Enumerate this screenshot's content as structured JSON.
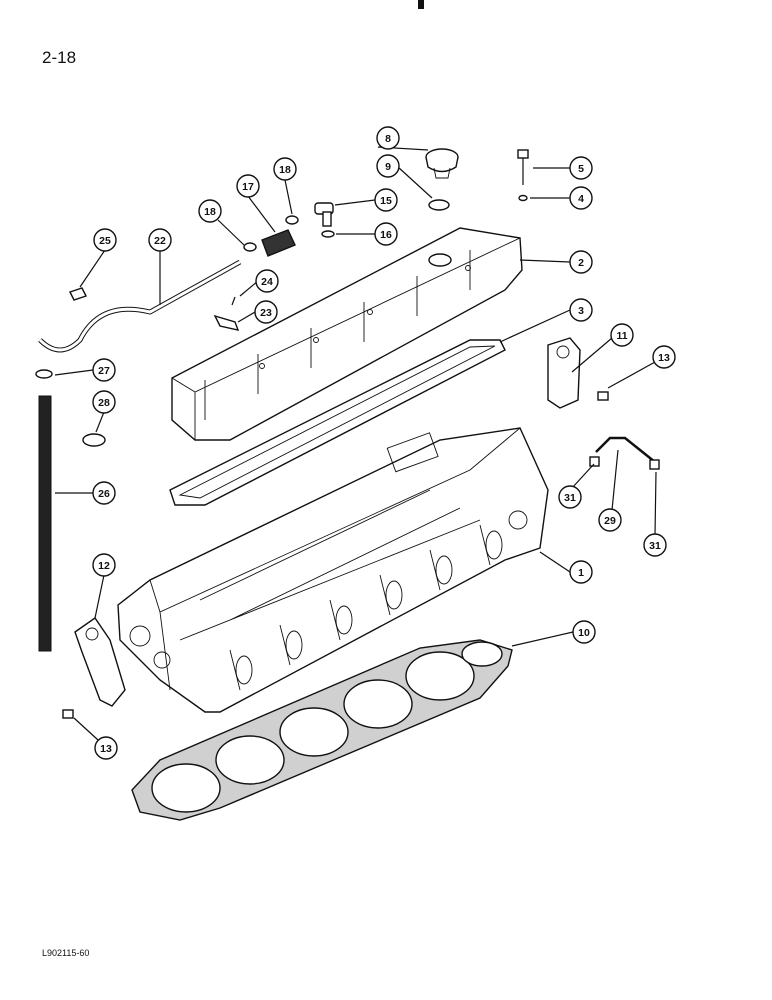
{
  "page": {
    "number": "2-18",
    "figure_code": "L902115-60"
  },
  "callouts": [
    "1",
    "2",
    "3",
    "4",
    "5",
    "8",
    "9",
    "10",
    "11",
    "12",
    "13",
    "13",
    "15",
    "16",
    "17",
    "18",
    "18",
    "22",
    "23",
    "24",
    "25",
    "26",
    "27",
    "28",
    "29",
    "31",
    "31"
  ]
}
